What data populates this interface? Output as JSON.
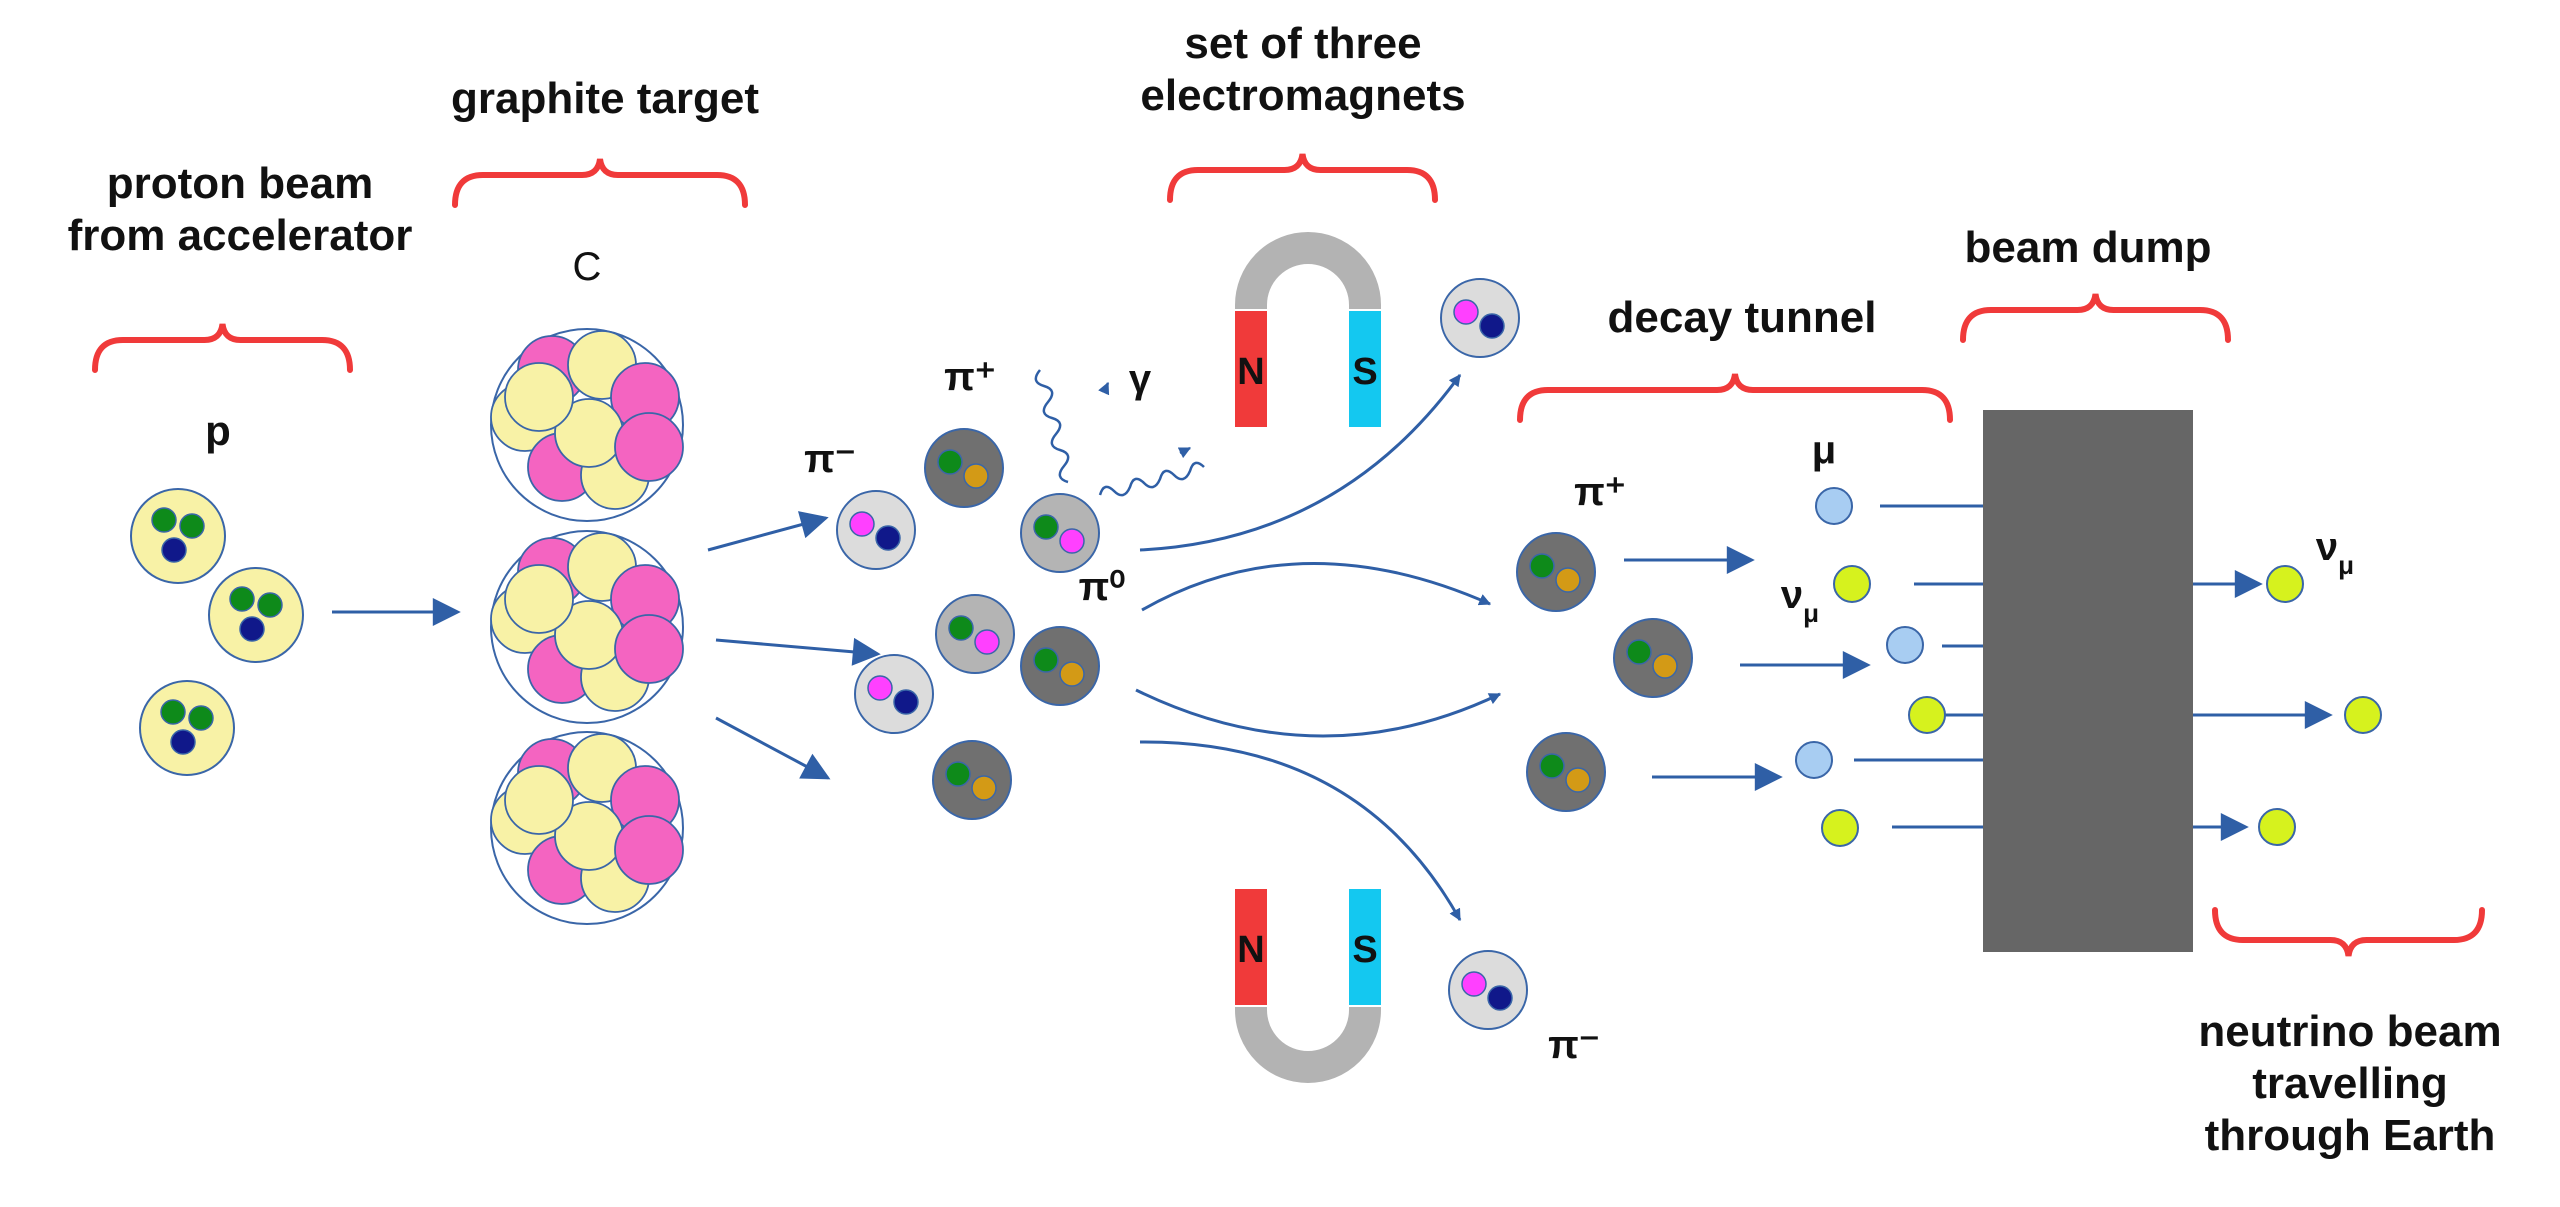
{
  "labels": {
    "proton_beam_line1": "proton beam",
    "proton_beam_line2": "from accelerator",
    "graphite_target": "graphite target",
    "electromagnets_line1": "set of three",
    "electromagnets_line2": "electromagnets",
    "decay_tunnel": "decay tunnel",
    "beam_dump": "beam dump",
    "neutrino_beam_line1": "neutrino beam",
    "neutrino_beam_line2": "travelling",
    "neutrino_beam_line3": "through Earth"
  },
  "symbols": {
    "proton": "p",
    "carbon": "C",
    "pi_minus": "π⁻",
    "pi_plus": "π⁺",
    "pi_zero": "π⁰",
    "gamma": "γ",
    "muon": "μ",
    "nu": "ν",
    "mu_sub": "μ",
    "north": "N",
    "south": "S"
  },
  "colors": {
    "bracket": "#f03a3a",
    "arrow": "#2f5fa6",
    "proton_fill": "#f8f2a6",
    "pink_nucleon": "#f464c1",
    "yellow_nucleon": "#f8f2a6",
    "pion_light": "#dcdcdc",
    "pion_mid": "#b4b4b4",
    "pion_dark": "#707070",
    "green_quark": "#0e8a1a",
    "blue_quark": "#10188a",
    "magenta_quark": "#ff40ff",
    "orange_quark": "#d39a16",
    "magnet_arc": "#b3b3b3",
    "magnet_north": "#f03a3a",
    "magnet_south": "#14c8f0",
    "muon": "#a8cdf2",
    "neutrino": "#d6f21e",
    "beam_dump": "#666666"
  },
  "icons": [
    "curly-bracket-icon",
    "arrow-icon",
    "wavy-photon-icon",
    "horseshoe-magnet-icon"
  ]
}
